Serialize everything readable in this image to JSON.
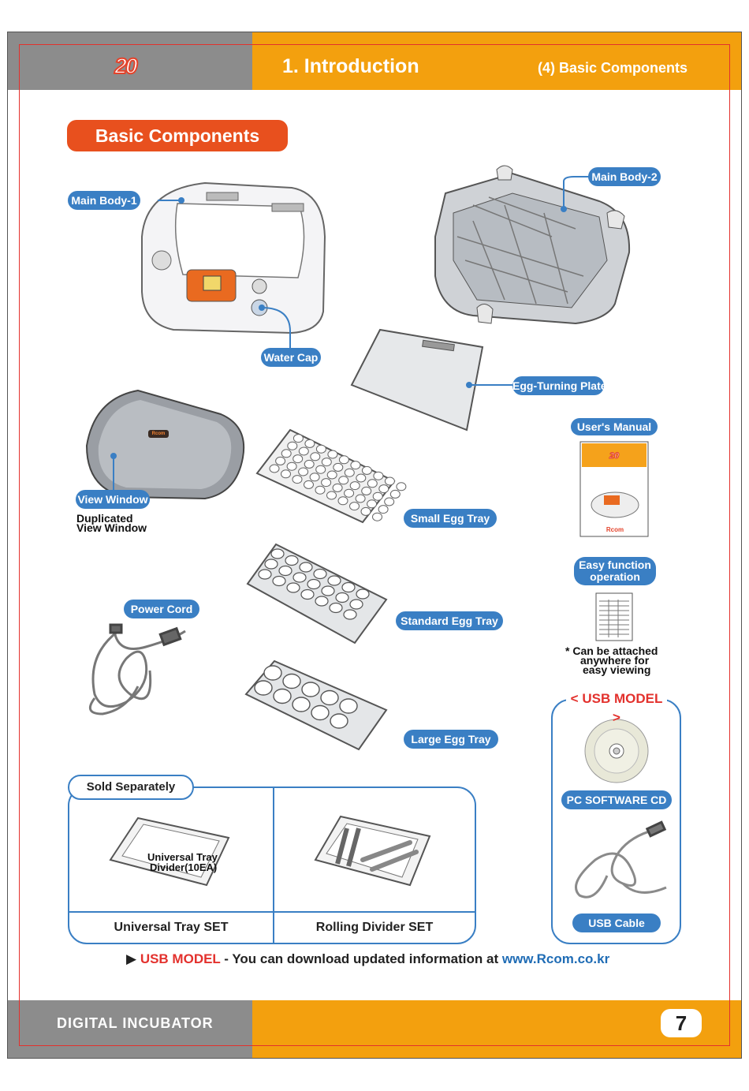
{
  "header": {
    "logo": "20",
    "title": "1. Introduction",
    "subtitle": "(4) Basic Components"
  },
  "section_title": "Basic Components",
  "labels": {
    "main_body_1": "Main Body-1",
    "main_body_2": "Main Body-2",
    "water_cap": "Water Cap",
    "egg_turning_plate": "Egg-Turning Plate",
    "users_manual": "User's Manual",
    "view_window": "View Window",
    "duplicated_view_window_1": "Duplicated",
    "duplicated_view_window_2": "View Window",
    "small_egg_tray": "Small Egg Tray",
    "easy_function_1": "Easy function",
    "easy_function_2": "operation",
    "power_cord": "Power Cord",
    "standard_egg_tray": "Standard Egg Tray",
    "large_egg_tray": "Large Egg Tray",
    "attach_note_1": "* Can be attached",
    "attach_note_2": "anywhere for",
    "attach_note_3": "easy viewing"
  },
  "manual_cover": {
    "logo": "20",
    "brand": "Rcom"
  },
  "view_window_logo": "Rcom",
  "sold_separately": {
    "title": "Sold Separately",
    "divider_label_1": "Universal Tray",
    "divider_label_2": "Divider(10EA)",
    "set_1": "Universal Tray SET",
    "set_2": "Rolling Divider SET"
  },
  "usb": {
    "title": "< USB MODEL >",
    "cd_label": "PC SOFTWARE CD",
    "cable_label": "USB Cable"
  },
  "bottom_note": {
    "prefix": "USB MODEL",
    "dash": " - ",
    "text": "You can download updated information at",
    "url": "www.Rcom.co.kr"
  },
  "footer": {
    "text": "DIGITAL INCUBATOR",
    "page": "7"
  }
}
